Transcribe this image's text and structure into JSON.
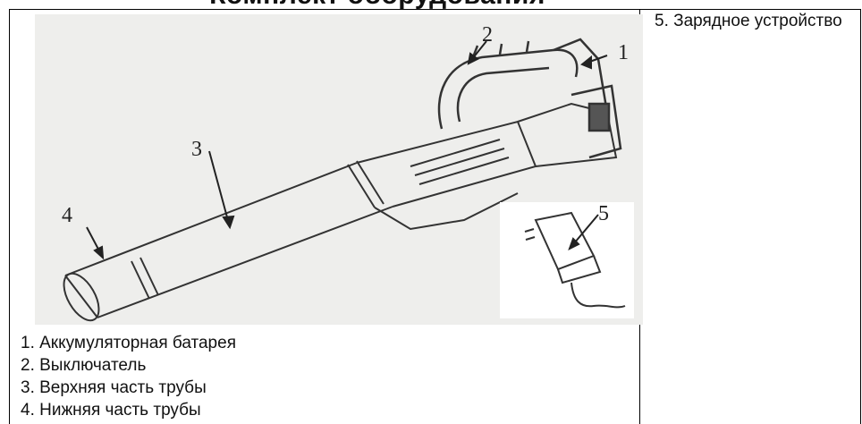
{
  "document": {
    "title": "Комплект оборудования",
    "side_cell": "5. Зарядное устройство",
    "legend": [
      "1. Аккумуляторная батарея",
      "2. Выключатель",
      "3. Верхняя часть трубы",
      "4. Нижняя часть трубы"
    ],
    "figure": {
      "callouts": [
        "1",
        "2",
        "3",
        "4",
        "5"
      ]
    }
  }
}
